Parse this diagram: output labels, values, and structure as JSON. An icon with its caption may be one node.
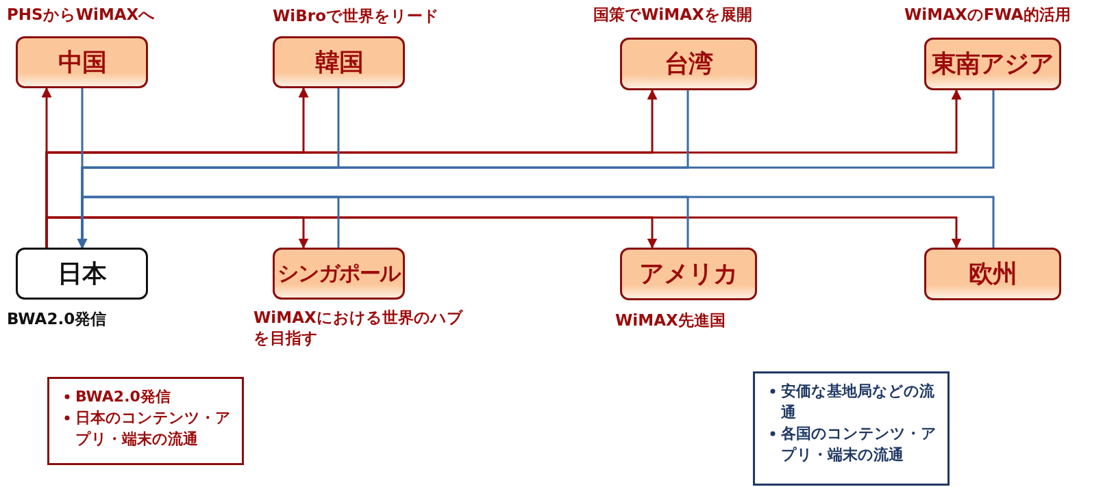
{
  "diagram": {
    "nodes": [
      {
        "text": [
          "中国"
        ],
        "beside": [
          "PHSからWiMAXへ"
        ]
      },
      {
        "text": [
          "韓国"
        ],
        "beside": [
          "WiBroで世界をリード"
        ]
      },
      {
        "text": [
          "台湾"
        ],
        "beside": [
          "国策でWiMAXを展開"
        ]
      },
      {
        "text": [
          "東南アジア"
        ],
        "beside": [
          "WiMAXのFWA的活用"
        ]
      },
      {
        "text": [
          "日本"
        ],
        "beside": [
          "BWA2.0発信"
        ]
      },
      {
        "text": [
          "シンガポール"
        ],
        "beside": [
          "WiMAXにおける世界のハブを目指す"
        ]
      },
      {
        "text": [
          "アメリカ"
        ],
        "beside": [
          "WiMAX先進国"
        ]
      },
      {
        "text": [
          "欧州"
        ]
      },
      {
        "text": [
          "BWA2.0発信",
          "日本のコンテンツ・アプリ・端末の流通"
        ]
      },
      {
        "text": [
          "安価な基地局などの流通",
          "各国のコンテンツ・アプリ・端末の流通"
        ]
      }
    ],
    "edges": [
      {
        "from": 4,
        "to": 0,
        "arrow": "to",
        "color": "#9b0a0a"
      },
      {
        "from": 4,
        "to": 1,
        "arrow": "to",
        "color": "#9b0a0a"
      },
      {
        "from": 4,
        "to": 2,
        "arrow": "to",
        "color": "#9b0a0a"
      },
      {
        "from": 4,
        "to": 3,
        "arrow": "to",
        "color": "#9b0a0a"
      },
      {
        "from": 4,
        "to": 5,
        "arrow": "to",
        "color": "#9b0a0a"
      },
      {
        "from": 4,
        "to": 6,
        "arrow": "to",
        "color": "#9b0a0a"
      },
      {
        "from": 4,
        "to": 7,
        "arrow": "to",
        "color": "#9b0a0a"
      },
      {
        "from": 0,
        "to": 4,
        "arrow": "to",
        "color": "#3a6aa3"
      },
      {
        "from": 1,
        "to": 4,
        "arrow": "to",
        "color": "#3a6aa3"
      },
      {
        "from": 2,
        "to": 4,
        "arrow": "to",
        "color": "#3a6aa3"
      },
      {
        "from": 3,
        "to": 4,
        "arrow": "to",
        "color": "#3a6aa3"
      },
      {
        "from": 5,
        "to": 4,
        "arrow": "to",
        "color": "#3a6aa3"
      },
      {
        "from": 6,
        "to": 4,
        "arrow": "to",
        "color": "#3a6aa3"
      },
      {
        "from": 7,
        "to": 4,
        "arrow": "to",
        "color": "#3a6aa3"
      }
    ]
  }
}
